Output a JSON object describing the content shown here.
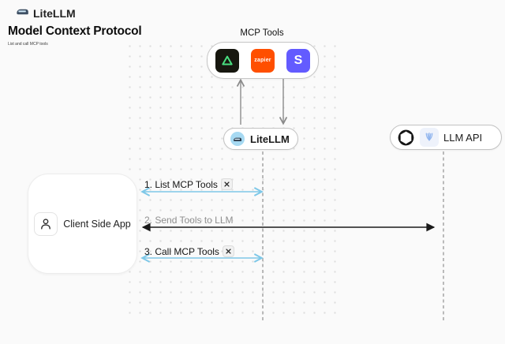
{
  "header": {
    "brand": "LiteLLM",
    "title": "Model Context Protocol",
    "subtitle": "List and call MCP tools"
  },
  "mcp_tools": {
    "label": "MCP Tools",
    "zapier_label": "zapier",
    "stripe_label": "S"
  },
  "nodes": {
    "litellm": {
      "label": "LiteLLM"
    },
    "llm_api": {
      "label": "LLM API"
    },
    "client": {
      "label": "Client Side App"
    }
  },
  "flows": {
    "step1": {
      "label": "1. List MCP Tools"
    },
    "step2": {
      "label": "2. Send Tools to LLM"
    },
    "step3": {
      "label": "3. Call MCP Tools"
    }
  },
  "colors": {
    "background": "#FAFAFA",
    "blue_arrow": "#7EC8E8",
    "dark_arrow": "#1A1A1A",
    "gray_arrow": "#8A8A8A",
    "dashed_lifeline": "#B3B3B3",
    "zapier_orange": "#FF4F00",
    "stripe_purple": "#635BFF",
    "triangle_green": "#49DE80",
    "litellm_icon_blue": "#A6D9F2"
  }
}
